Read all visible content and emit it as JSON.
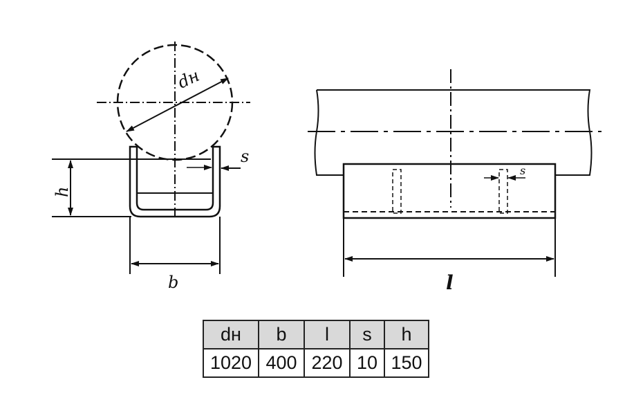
{
  "drawing": {
    "labels": {
      "diameter": "dн",
      "height": "h",
      "width": "b",
      "thickness": "s",
      "length": "l",
      "thickness_right": "s"
    }
  },
  "table": {
    "headers": [
      "dн",
      "b",
      "l",
      "s",
      "h"
    ],
    "values": [
      "1020",
      "400",
      "220",
      "10",
      "150"
    ]
  }
}
